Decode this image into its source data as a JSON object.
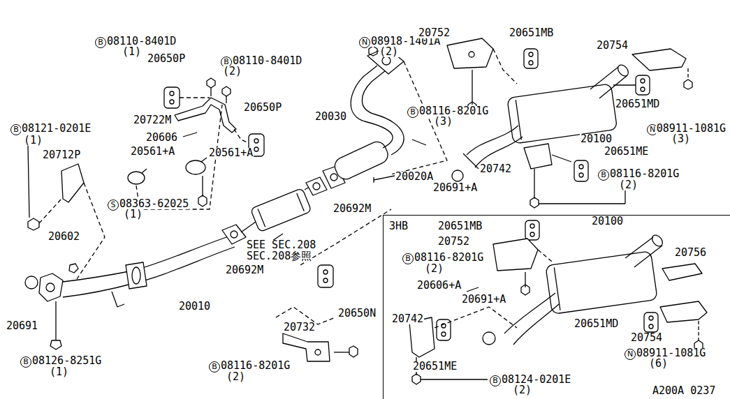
{
  "diagram": {
    "nodes": [
      {
        "text": [
          "3HB"
        ]
      }
    ],
    "labels": [
      "B",
      "08110-8401D",
      "(1)",
      "N",
      "08918-1401A",
      "(2)",
      "20752",
      "20651MB",
      "20754",
      "20650P",
      "B",
      "08110-8401D",
      "(2)",
      "20722M",
      "20650P",
      "20030",
      "B",
      "08116-8201G",
      "(3)",
      "20651MD",
      "20100",
      "N",
      "08911-1081G",
      "(3)",
      "B",
      "08121-0201E",
      "(1)",
      "20712P",
      "20606",
      "20561+A",
      "20561+A",
      "20651ME",
      "B",
      "08116-8201G",
      "(2)",
      "20742",
      "20020A",
      "20691+A",
      "S",
      "08363-62025",
      "(1)",
      "20692M",
      "20602",
      "SEE SEC.208",
      "SEC.208参照",
      "20651MB",
      "20100",
      "20752",
      "20756",
      "B",
      "08116-8201G",
      "(2)",
      "20692M",
      "20606+A",
      "20691+A",
      "20010",
      "20650N",
      "20691",
      "20742",
      "20651MD",
      "20754",
      "20732",
      "N",
      "08911-1081G",
      "(6)",
      "B",
      "08126-8251G",
      "(1)",
      "20651ME",
      "B",
      "08116-8201G",
      "(2)",
      "B",
      "08124-0201E",
      "(2)",
      "A200A 0237"
    ]
  }
}
